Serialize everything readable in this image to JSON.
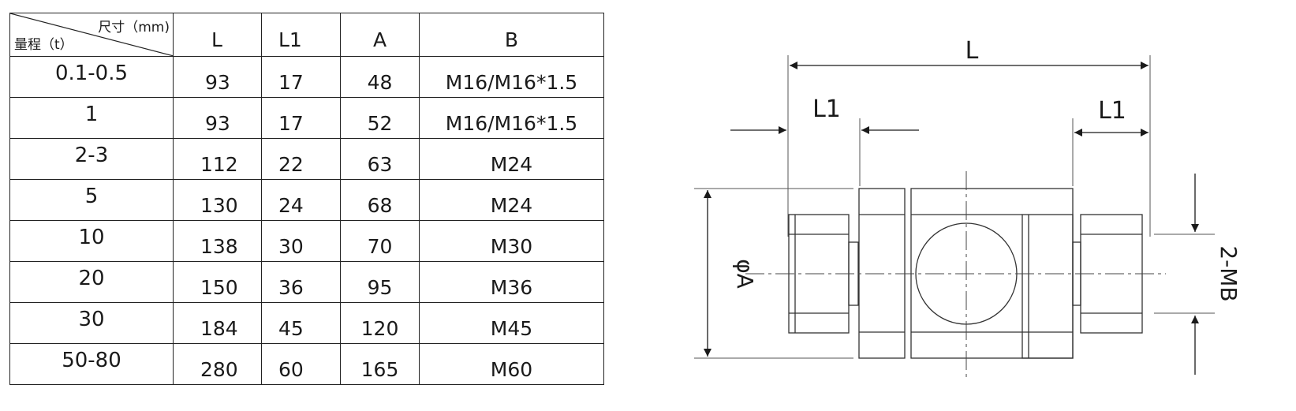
{
  "table": {
    "corner_top": "尺寸（mm)",
    "corner_bottom": "量程（t）",
    "columns": [
      "L",
      "L1",
      "A",
      "B"
    ],
    "rows": [
      {
        "range": "0.1-0.5",
        "L": "93",
        "L1": "17",
        "A": "48",
        "B": "M16/M16*1.5"
      },
      {
        "range": "1",
        "L": "93",
        "L1": "17",
        "A": "52",
        "B": "M16/M16*1.5"
      },
      {
        "range": "2-3",
        "L": "112",
        "L1": "22",
        "A": "63",
        "B": "M24"
      },
      {
        "range": "5",
        "L": "130",
        "L1": "24",
        "A": "68",
        "B": "M24"
      },
      {
        "range": "10",
        "L": "138",
        "L1": "30",
        "A": "70",
        "B": "M30"
      },
      {
        "range": "20",
        "L": "150",
        "L1": "36",
        "A": "95",
        "B": "M36"
      },
      {
        "range": "30",
        "L": "184",
        "L1": "45",
        "A": "120",
        "B": "M45"
      },
      {
        "range": "50-80",
        "L": "280",
        "L1": "60",
        "A": "165",
        "B": "M60"
      }
    ]
  },
  "drawing": {
    "label_L": "L",
    "label_L1_left": "L1",
    "label_L1_right": "L1",
    "label_phiA": "φA",
    "label_2MB": "2-MB"
  }
}
